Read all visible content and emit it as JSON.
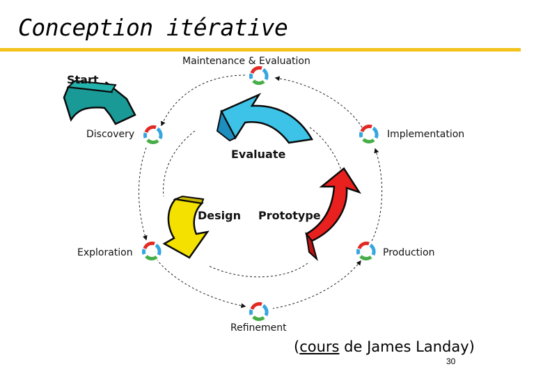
{
  "slide": {
    "title": "Conception itérative",
    "page_number": "30"
  },
  "diagram": {
    "start_label": "Start",
    "center_labels": {
      "evaluate": "Evaluate",
      "design": "Design",
      "prototype": "Prototype"
    },
    "stages": {
      "maintenance": "Maintenance & Evaluation",
      "discovery": "Discovery",
      "implementation": "Implementation",
      "exploration": "Exploration",
      "production": "Production",
      "refinement": "Refinement"
    },
    "colors": {
      "start_arrow": "#1a9a96",
      "evaluate_arrow": "#3ec3e8",
      "design_arrow": "#f5e100",
      "prototype_arrow": "#e8201e",
      "cycle_red": "#e12a24",
      "cycle_blue": "#36a6e0",
      "cycle_green": "#47ad48",
      "title_rule": "#f2c21b"
    }
  },
  "credit": {
    "prefix": "(",
    "link_text": "cours",
    "suffix": " de James Landay)"
  }
}
